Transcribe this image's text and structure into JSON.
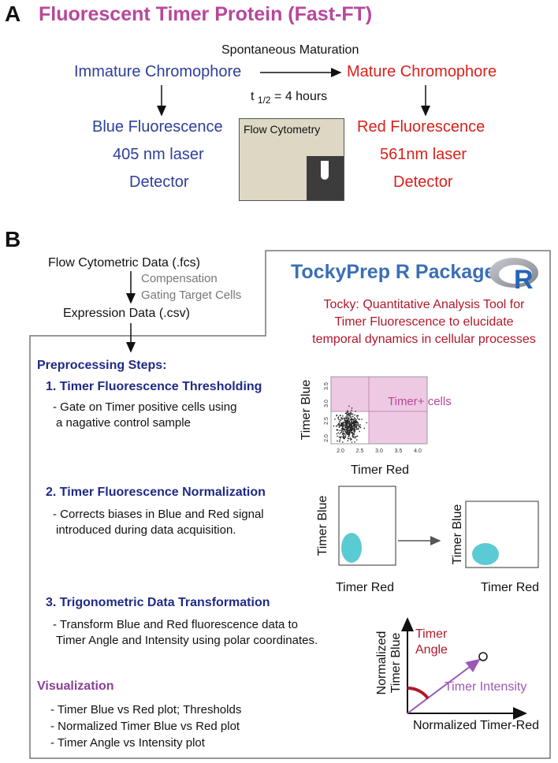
{
  "panel_a": {
    "letter": "A",
    "title": "Fluorescent Timer Protein (Fast-FT)",
    "maturation_label": "Spontaneous Maturation",
    "immature": "Immature Chromophore",
    "mature": "Mature Chromophore",
    "half_life": "t 1/2 = 4 hours",
    "blue_fluor": "Blue Fluorescence",
    "blue_laser": "405 nm laser",
    "blue_detector": "Detector",
    "red_fluor": "Red Fluorescence",
    "red_laser": "561nm laser",
    "red_detector": "Detector",
    "cytometry_label": "Flow Cytometry"
  },
  "panel_b": {
    "letter": "B",
    "fcs": "Flow Cytometric Data (.fcs)",
    "compensation": "Compensation",
    "gating": "Gating Target Cells",
    "csv": "Expression Data (.csv)",
    "package_title": "TockyPrep R Package",
    "r_logo_letter": "R",
    "tocky_desc": [
      "Tocky: Quantitative Analysis Tool for",
      "Timer Fluorescence to elucidate",
      "temporal dynamics in cellular processes"
    ],
    "preprocessing_heading": "Preprocessing Steps:",
    "steps": [
      {
        "title": "1. Timer Fluorescence Thresholding",
        "desc": [
          "- Gate on Timer positive cells using",
          "a nagative control sample"
        ]
      },
      {
        "title": "2. Timer Fluorescence Normalization",
        "desc": [
          "- Corrects biases in Blue and Red signal",
          "introduced during data acquisition."
        ]
      },
      {
        "title": "3. Trigonometric Data Transformation",
        "desc": [
          "- Transform Blue and Red fluorescence data to",
          "Timer Angle and Intensity using polar coordinates."
        ]
      }
    ],
    "visualization_heading": "Visualization",
    "visualization_items": [
      "- Timer Blue vs Red plot; Thresholds",
      "- Normalized Timer Blue vs Red plot",
      "- Timer Angle vs Intensity plot"
    ],
    "plot1": {
      "ylabel": "Timer Blue",
      "xlabel": "Timer Red",
      "annotation": "Timer+ cells",
      "x_ticks": [
        "2.0",
        "2.5",
        "3.0",
        "3.5",
        "4.0"
      ],
      "y_ticks": [
        "2.0",
        "2.5",
        "3.0",
        "3.5"
      ]
    },
    "plot2": {
      "ylabel": "Timer Blue",
      "xlabel": "Timer Red"
    },
    "plot3": {
      "ylabel": "Timer Blue",
      "xlabel": "Timer Red"
    },
    "polar": {
      "ylabel_1": "Normalized",
      "ylabel_2": "Timer Blue",
      "xlabel": "Normalized Timer-Red",
      "angle_1": "Timer",
      "angle_2": "Angle",
      "intensity": "Timer Intensity"
    }
  },
  "colors": {
    "title_magenta": "#b8479b",
    "blue_text": "#2e3f9a",
    "red_text": "#d9211c",
    "navy": "#1f2a86",
    "purple": "#8a3f98",
    "crimson": "#b2182b",
    "cyan": "#5bcbd3",
    "pink": "#eec9e3"
  }
}
